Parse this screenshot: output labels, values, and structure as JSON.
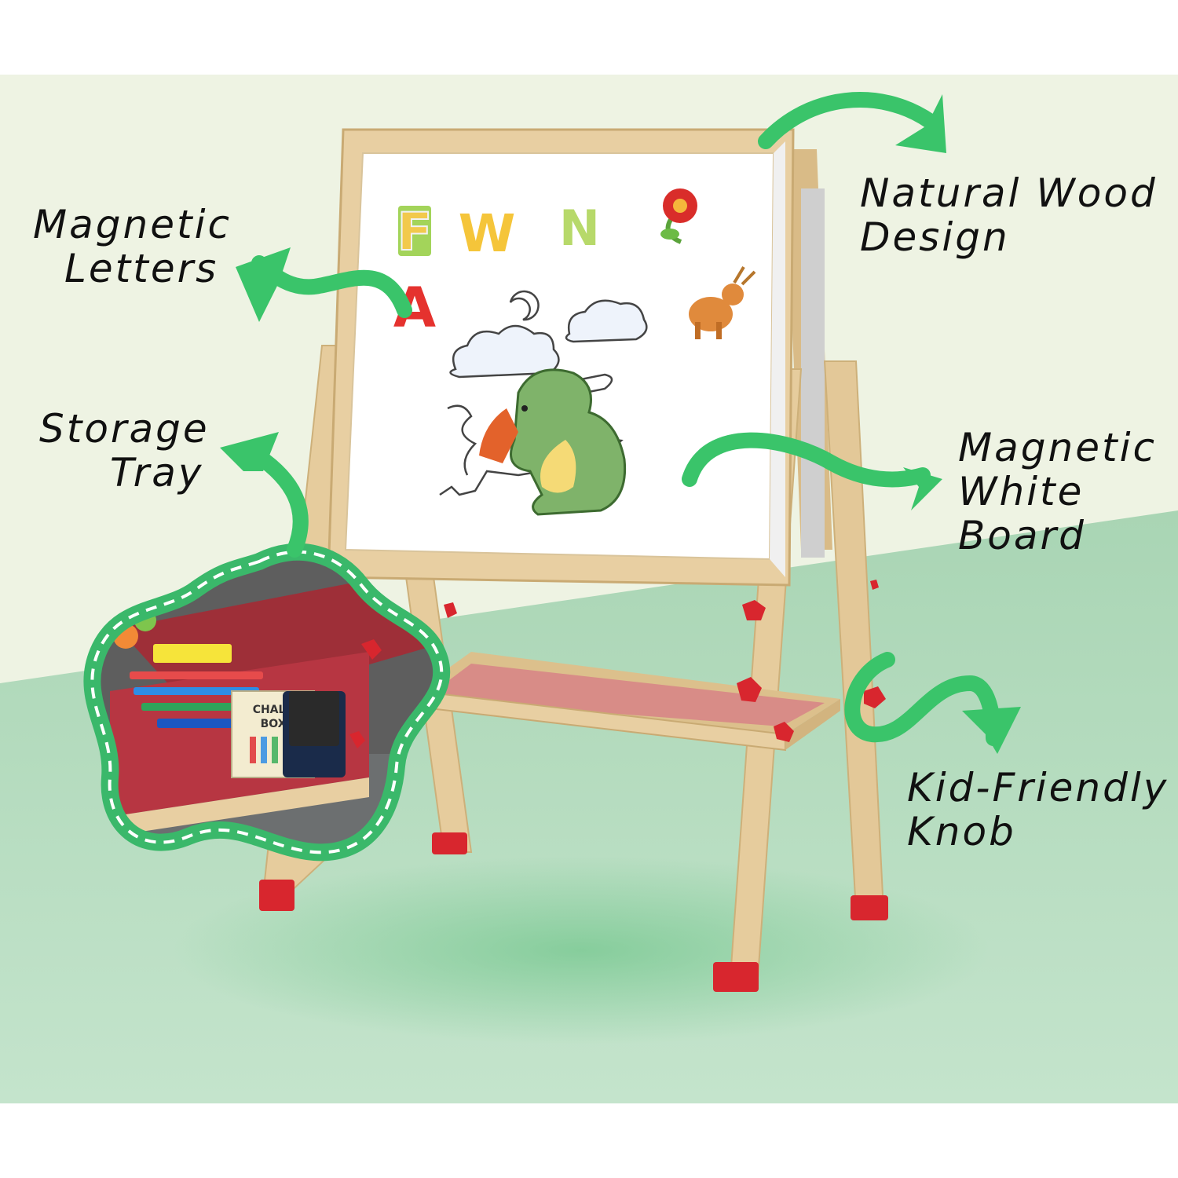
{
  "callouts": {
    "magnetic_letters": [
      "Magnetic",
      "Letters"
    ],
    "natural_wood": [
      "Natural Wood",
      "Design"
    ],
    "storage_tray": [
      "Storage",
      "Tray"
    ],
    "white_board": [
      "Magnetic",
      "White",
      "Board"
    ],
    "knob": [
      "Kid-Friendly",
      "Knob"
    ]
  },
  "board_letters": [
    "F",
    "W",
    "N",
    "A"
  ],
  "chalk_box_label": [
    "CHALK",
    "BOX"
  ],
  "colors": {
    "arrow_green": "#3ac46a",
    "wood": "#e8cfa2",
    "wood_dark": "#d2b47f",
    "knob_red": "#d8262e",
    "tray_red": "#c86f6f",
    "bg_top": "#eef3e3",
    "bg_floor": "#b6dcc0"
  }
}
